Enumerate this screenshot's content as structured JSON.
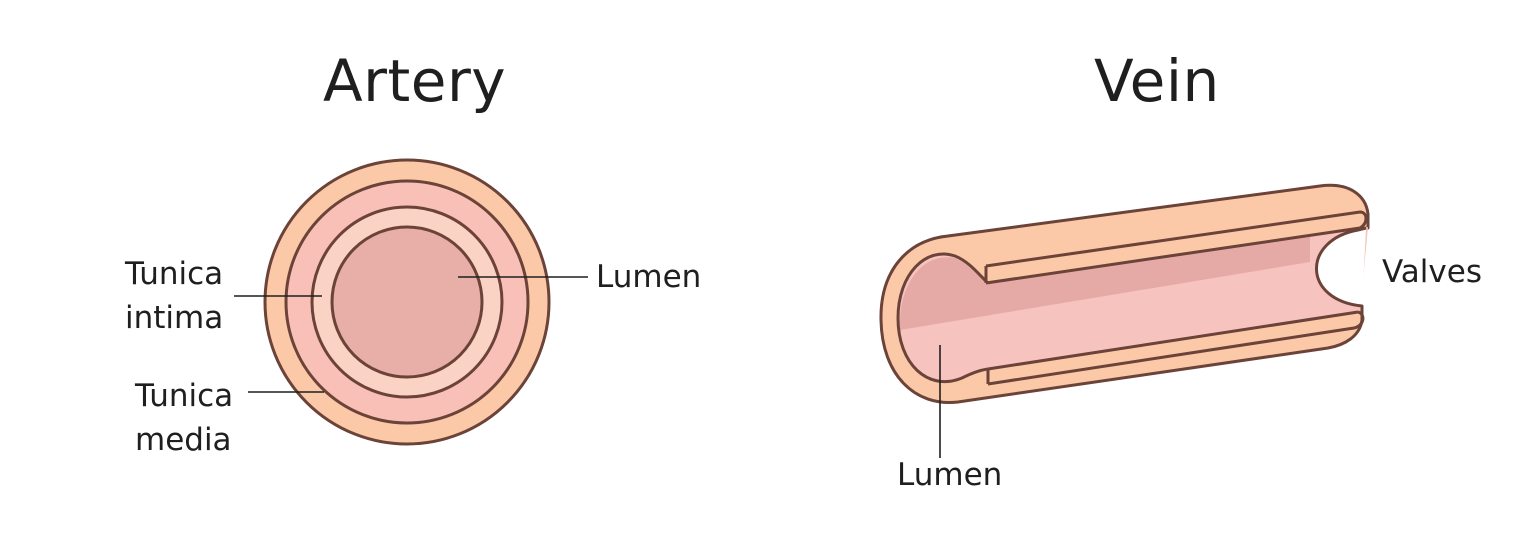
{
  "artery": {
    "title": "Artery",
    "labels": {
      "tunica_intima": [
        "Tunica",
        "intima"
      ],
      "tunica_media": [
        "Tunica",
        "media"
      ],
      "lumen": "Lumen"
    }
  },
  "vein": {
    "title": "Vein",
    "labels": {
      "valves": "Valves",
      "lumen": "Lumen"
    }
  },
  "colors": {
    "outline": "#6b4338",
    "outer_layer": "#fcc9a8",
    "middle_layer": "#f9c0b8",
    "inner_layer": "#fbd3c4",
    "lumen": "#e8aea8",
    "vein_lumen_light": "#f6c3be",
    "vein_lumen_dark": "#e6aaa6"
  }
}
